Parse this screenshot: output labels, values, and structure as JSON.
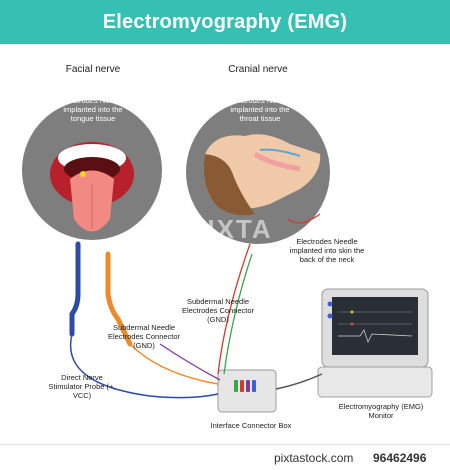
{
  "header": {
    "title": "Electromyography (EMG)",
    "bg_color": "#35c0b3"
  },
  "sections": {
    "facial": {
      "title": "Facial nerve",
      "inner_label": "Electrodes Needle implanted into the tongue tissue"
    },
    "cranial": {
      "title": "Cranial nerve",
      "inner_label": "Electrodes Needle implanted into the throat tissue"
    }
  },
  "labels": {
    "skin_needle": "Electrodes Needle implanted into skin the back of the neck",
    "subdermal_right": "Subdermal Needle Electrodes Connector (GND)",
    "subdermal_left": "Subdermal Needle Electrodes Connector (GND)",
    "probe": "Direct Nerve Stimulator Probe (+, VCC)",
    "connector_box": "Interface Connector Box",
    "monitor": "Electromyography (EMG) Monitor"
  },
  "watermark": "PIXTA",
  "footer": {
    "url": "pixtastock.com",
    "image_id": "96462496"
  },
  "colors": {
    "circle_bg": "#7e7e7e",
    "wire_red": "#d23a2f",
    "wire_green": "#3aa64a",
    "wire_purple": "#7a3ea0",
    "wire_blue": "#3d5fd8",
    "probe_blue": "#2c4aa8",
    "probe_orange": "#ef8a2a"
  }
}
